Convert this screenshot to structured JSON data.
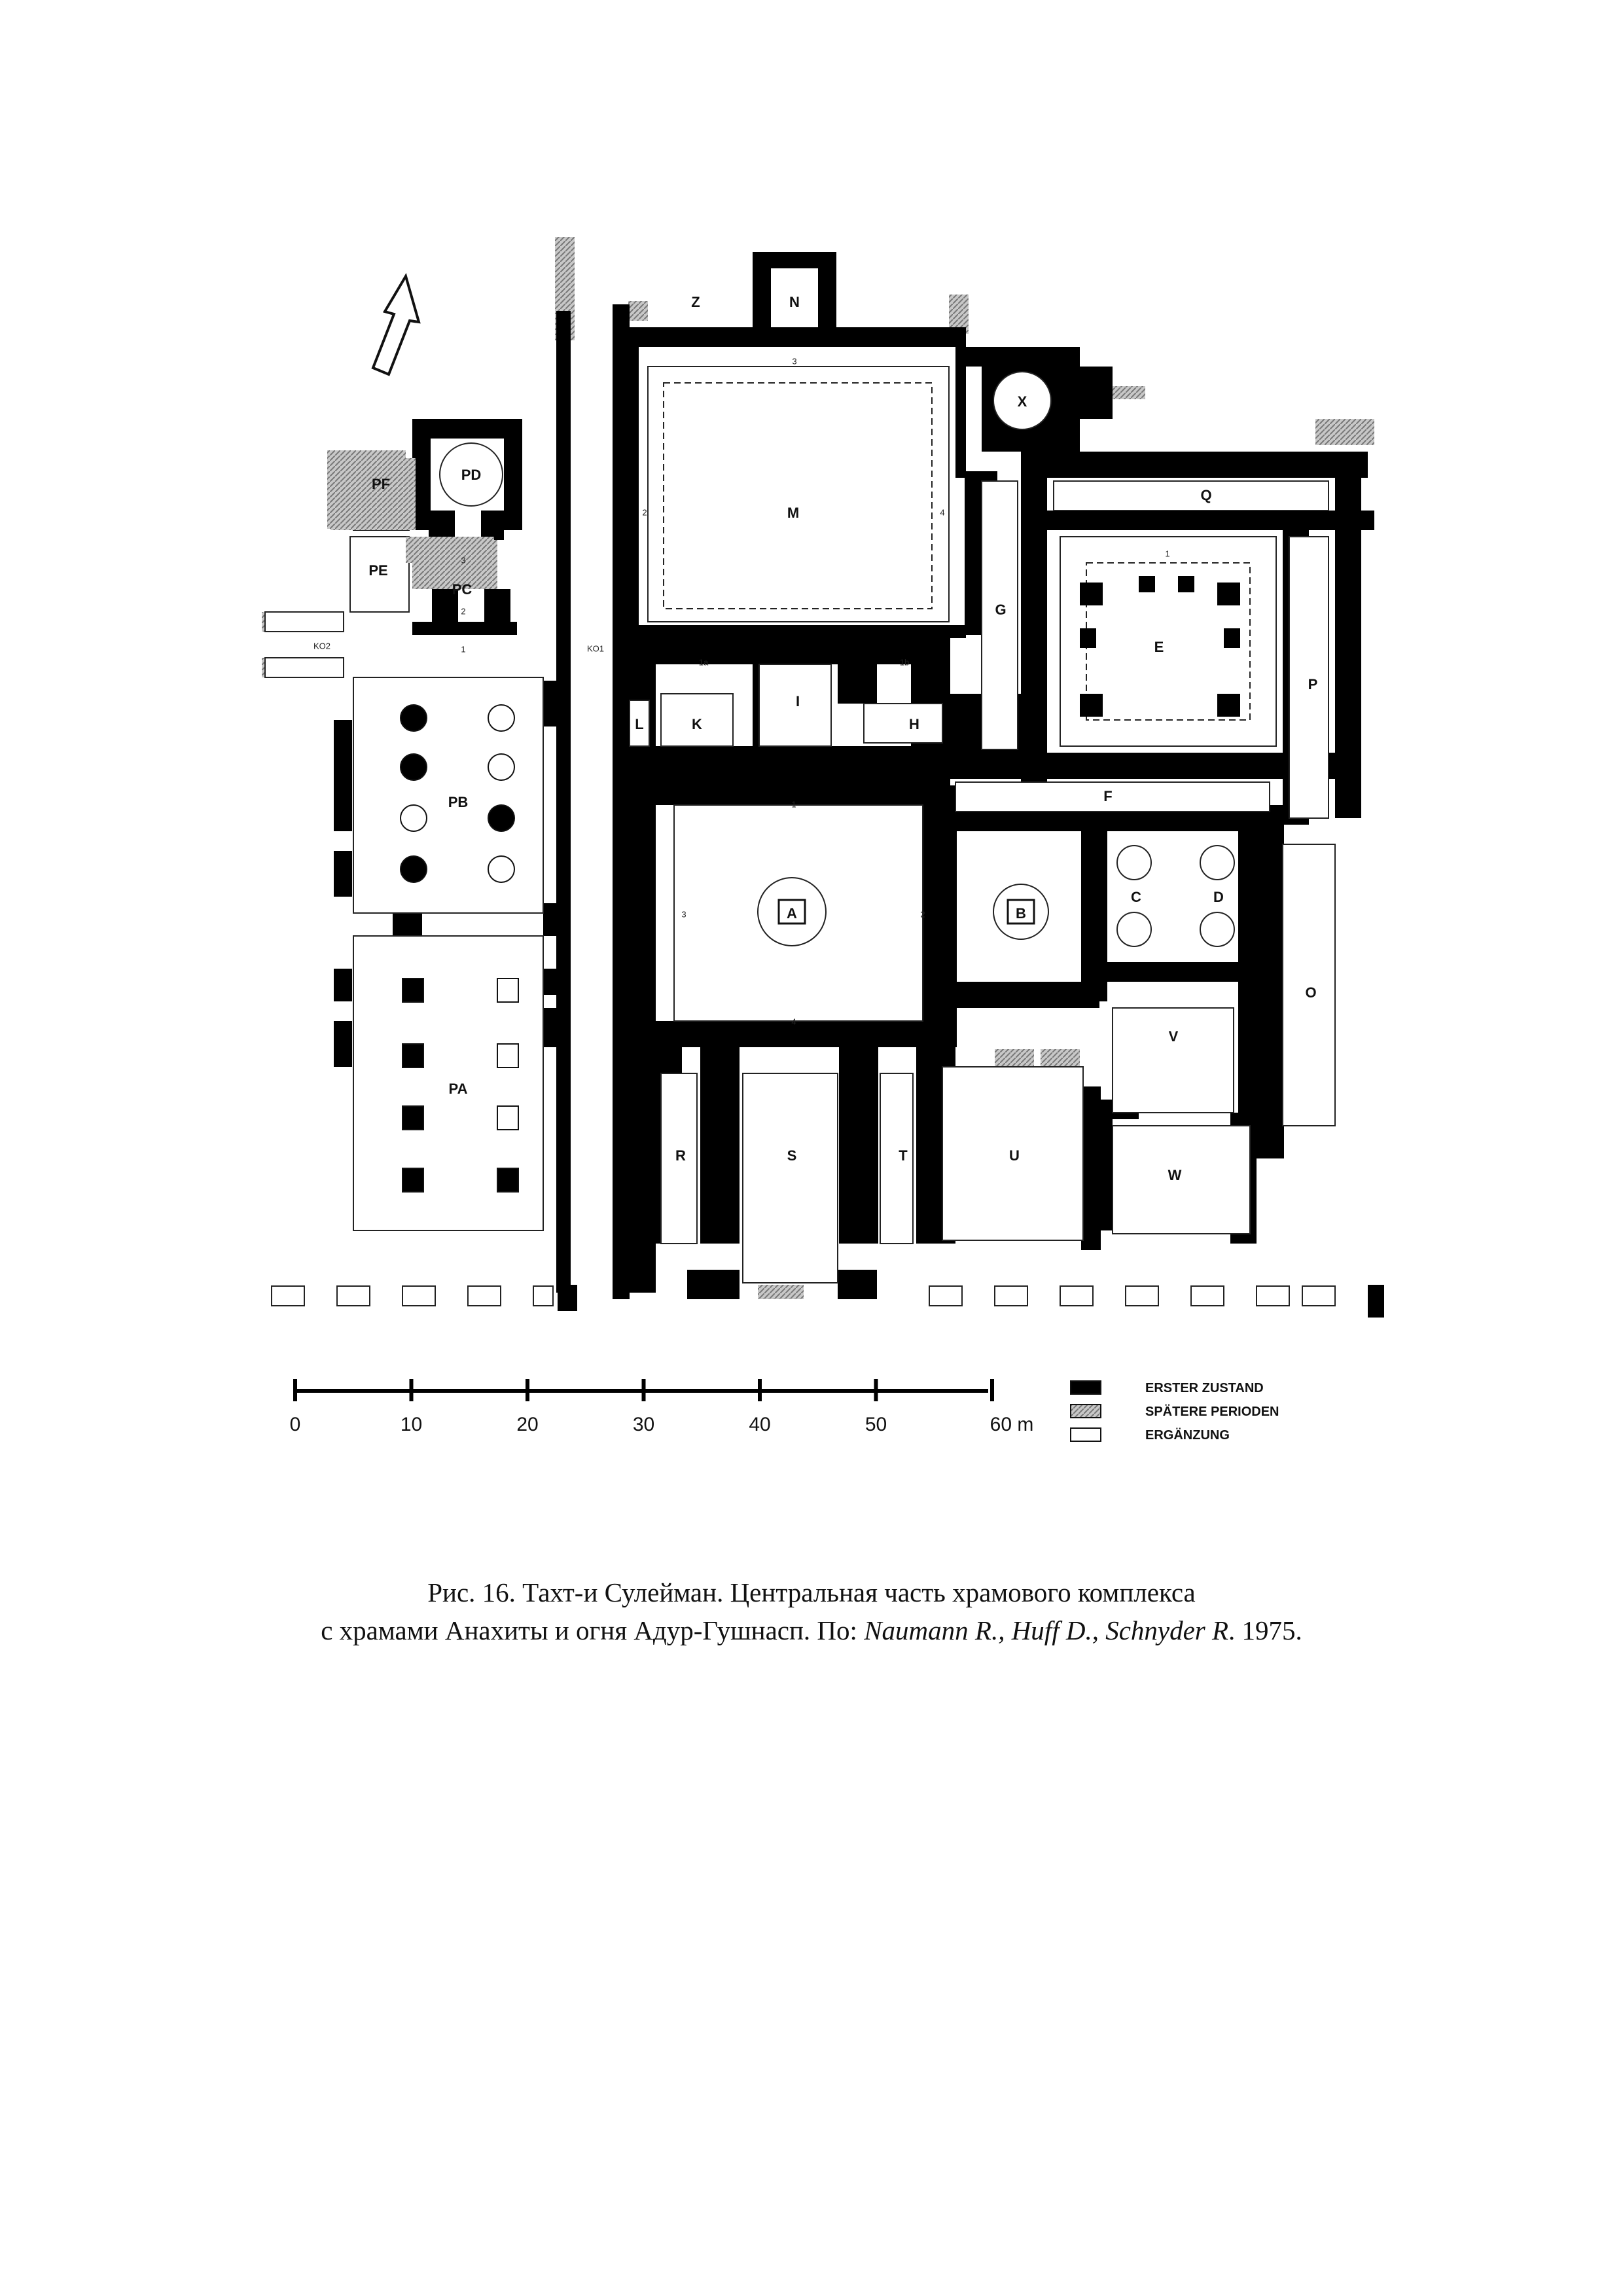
{
  "plan": {
    "rooms": [
      "Z",
      "N",
      "X",
      "M",
      "Q",
      "PF",
      "PD",
      "PE",
      "PC",
      "E",
      "G",
      "P",
      "L",
      "K",
      "I",
      "H",
      "PB",
      "F",
      "A",
      "B",
      "C",
      "D",
      "O",
      "V",
      "PA",
      "R",
      "S",
      "T",
      "U",
      "W"
    ],
    "sublabels": [
      "KO2",
      "KO1",
      "3",
      "2",
      "1",
      "1a",
      "1b",
      "3",
      "2",
      "4",
      "1",
      "3",
      "2",
      "4",
      "1"
    ]
  },
  "scale": {
    "ticks": [
      "0",
      "10",
      "20",
      "30",
      "40",
      "50",
      "60 m"
    ]
  },
  "legend": {
    "items": [
      {
        "label": "ERSTER ZUSTAND",
        "swatch": "#000000"
      },
      {
        "label": "SPÄTERE PERIODEN",
        "swatch": "#9a9a9a"
      },
      {
        "label": "ERGÄNZUNG",
        "swatch": "#ffffff"
      }
    ]
  },
  "caption": {
    "line1": "Рис. 16. Тахт-и Сулейман. Центральная часть храмового комплекса",
    "line2_plain": "с храмами Анахиты и огня Адур-Гушнасп. По: ",
    "line2_italic1": "Naumann R., Huff D., Schnyder R",
    "line2_end": ". 1975."
  }
}
